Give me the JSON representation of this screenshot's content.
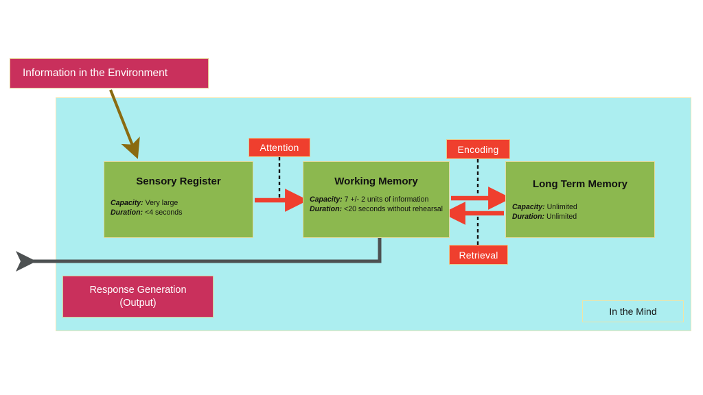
{
  "diagram": {
    "title_boxes": {
      "environment": "Information in the Environment",
      "response_line1": "Response Generation",
      "response_line2": "(Output)",
      "in_the_mind": "In the Mind"
    },
    "stores": [
      {
        "id": "sensory-register",
        "title": "Sensory Register",
        "capacity_label": "Capacity:",
        "capacity_value": " Very large",
        "duration_label": "Duration:",
        "duration_value": " <4 seconds"
      },
      {
        "id": "working-memory",
        "title": "Working Memory",
        "capacity_label": "Capacity:",
        "capacity_value": " 7 +/- 2 units of information",
        "duration_label": "Duration:",
        "duration_value": " <20 seconds without rehearsal"
      },
      {
        "id": "long-term-memory",
        "title": "Long Term Memory",
        "capacity_label": "Capacity:",
        "capacity_value": " Unlimited",
        "duration_label": "Duration:",
        "duration_value": " Unlimited"
      }
    ],
    "processes": [
      {
        "id": "attention",
        "label": "Attention"
      },
      {
        "id": "encoding",
        "label": "Encoding"
      },
      {
        "id": "retrieval",
        "label": "Retrieval"
      }
    ],
    "colors": {
      "panel_cyan": "#aceef0",
      "store_green": "#8cb84f",
      "crimson": "#c9305c",
      "process_red": "#ef3f2e",
      "input_arrow_brown": "#8a6b10",
      "output_arrow_gray": "#4d5152",
      "panel_border_gold": "#f3e6b0"
    }
  }
}
